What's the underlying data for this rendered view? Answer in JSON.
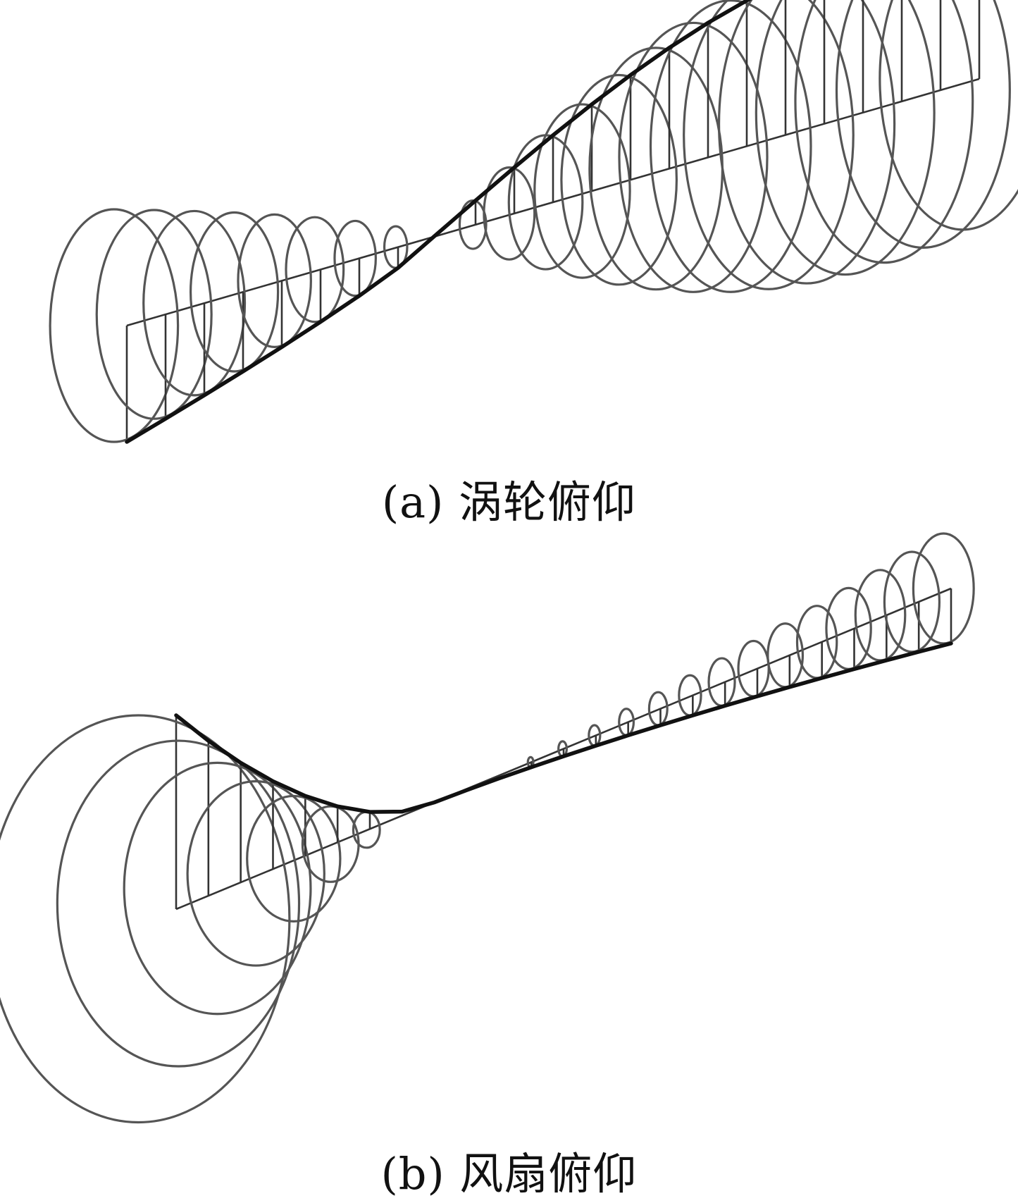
{
  "figures": [
    {
      "id": "a",
      "caption": "(a)  涡轮俯仰"
    },
    {
      "id": "b",
      "caption": "(b)  风扇俯仰"
    }
  ]
}
